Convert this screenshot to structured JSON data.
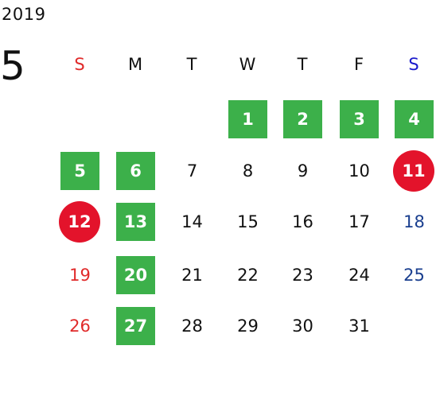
{
  "calendar": {
    "year": "2019",
    "month": "5",
    "weekdays": [
      "S",
      "M",
      "T",
      "W",
      "T",
      "F",
      "S"
    ],
    "weekday_colors": [
      "#e02a2a",
      "#111111",
      "#111111",
      "#111111",
      "#111111",
      "#111111",
      "#1a1acc"
    ],
    "colors": {
      "highlight_green": "#3cb04a",
      "highlight_red": "#e3132b",
      "sunday": "#e02a2a",
      "saturday": "#1a3f8f"
    },
    "weeks": [
      [
        null,
        null,
        null,
        {
          "d": "1",
          "s": "green"
        },
        {
          "d": "2",
          "s": "green"
        },
        {
          "d": "3",
          "s": "green"
        },
        {
          "d": "4",
          "s": "green"
        }
      ],
      [
        {
          "d": "5",
          "s": "green"
        },
        {
          "d": "6",
          "s": "green"
        },
        {
          "d": "7"
        },
        {
          "d": "8"
        },
        {
          "d": "9"
        },
        {
          "d": "10"
        },
        {
          "d": "11",
          "s": "red"
        }
      ],
      [
        {
          "d": "12",
          "s": "red"
        },
        {
          "d": "13",
          "s": "green"
        },
        {
          "d": "14"
        },
        {
          "d": "15"
        },
        {
          "d": "16"
        },
        {
          "d": "17"
        },
        {
          "d": "18"
        }
      ],
      [
        {
          "d": "19"
        },
        {
          "d": "20",
          "s": "green"
        },
        {
          "d": "21"
        },
        {
          "d": "22"
        },
        {
          "d": "23"
        },
        {
          "d": "24"
        },
        {
          "d": "25"
        }
      ],
      [
        {
          "d": "26"
        },
        {
          "d": "27",
          "s": "green"
        },
        {
          "d": "28"
        },
        {
          "d": "29"
        },
        {
          "d": "30"
        },
        {
          "d": "31"
        },
        null
      ]
    ]
  }
}
